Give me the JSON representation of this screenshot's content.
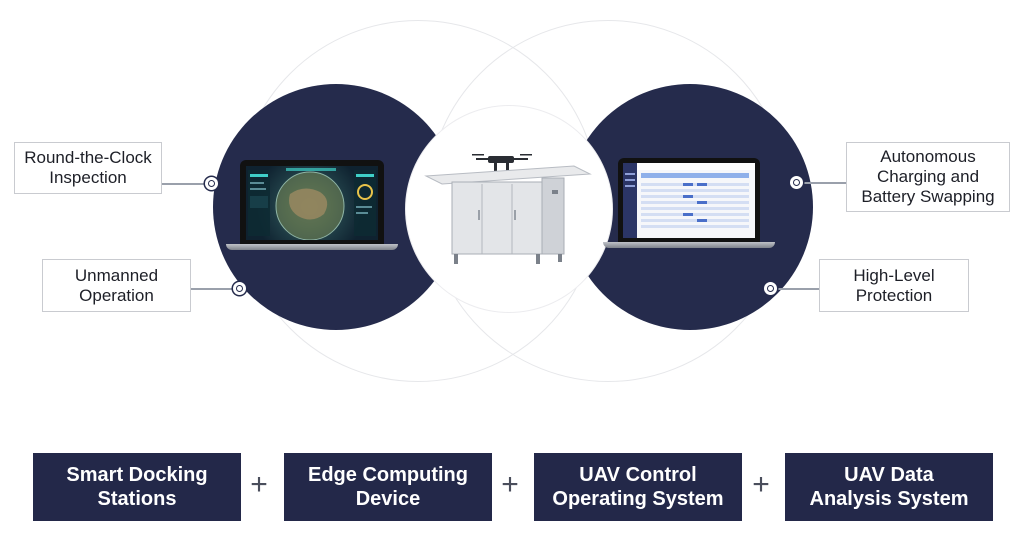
{
  "features": {
    "round_the_clock": "Round-the-Clock\nInspection",
    "unmanned": "Unmanned\nOperation",
    "autonomous": "Autonomous\nCharging and\nBattery Swapping",
    "protection": "High-Level\nProtection"
  },
  "products": [
    {
      "label": "Smart Docking\nStations"
    },
    {
      "label": "Edge Computing\nDevice"
    },
    {
      "label": "UAV Control\nOperating System"
    },
    {
      "label": "UAV Data\nAnalysis System"
    }
  ],
  "plus_sign": "+",
  "icons": {
    "left_screen": "satellite-earth-dashboard",
    "center": "docking-station-with-drone",
    "right_screen": "uav-management-table"
  },
  "colors": {
    "navy": "#232849",
    "disk": "#252b4c",
    "label_border": "#c9cbd0"
  }
}
